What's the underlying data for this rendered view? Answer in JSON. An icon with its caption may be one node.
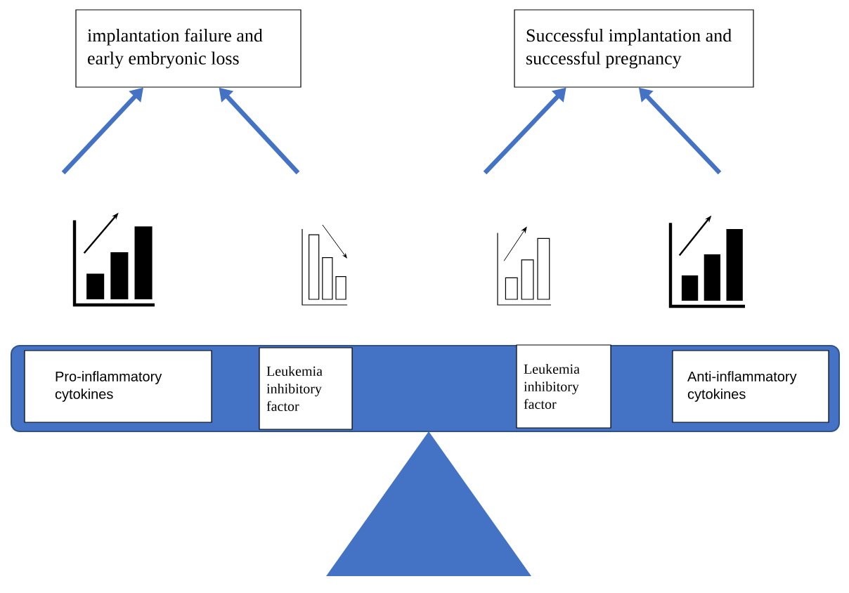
{
  "diagram": {
    "nodes": [
      {
        "text": [
          "implantation failure and early embryonic loss"
        ]
      },
      {
        "text": [
          "Successful implantation and successful pregnancy"
        ]
      },
      {
        "text": [],
        "shape": "bar"
      },
      {
        "text": [
          "Pro-inflammatory cytokines"
        ],
        "in": 2
      },
      {
        "text": [
          "Leukemia inhibitory factor"
        ],
        "in": 2
      },
      {
        "text": [
          "Leukemia inhibitory factor"
        ],
        "in": 2
      },
      {
        "text": [
          "Anti-inflammatory cytokines"
        ],
        "in": 2
      },
      {
        "text": [],
        "shape": "triangle"
      }
    ],
    "edges": [
      {
        "from": null,
        "to": 0,
        "arrow": "to"
      },
      {
        "from": null,
        "to": 0,
        "arrow": "to"
      },
      {
        "from": null,
        "to": 1,
        "arrow": "to"
      },
      {
        "from": null,
        "to": 1,
        "arrow": "to"
      }
    ]
  }
}
